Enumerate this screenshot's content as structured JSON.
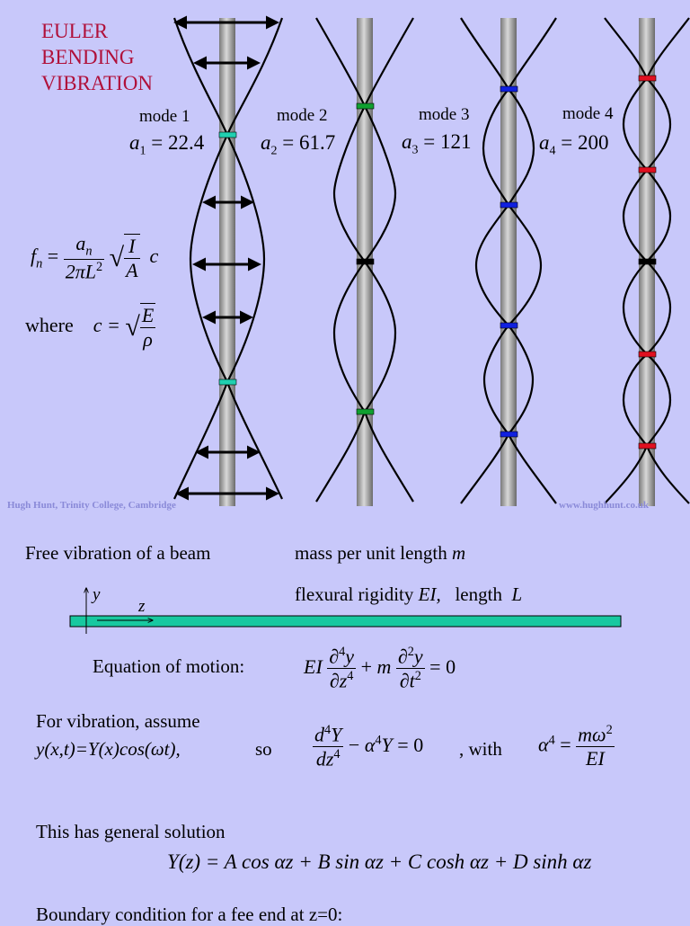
{
  "title": {
    "line1": "EULER",
    "line2": "BENDING",
    "line3": "VIBRATION"
  },
  "modes": [
    {
      "label": "mode 1",
      "sym": "a",
      "idx": "1",
      "value": "= 22.4"
    },
    {
      "label": "mode 2",
      "sym": "a",
      "idx": "2",
      "value": "= 61.7"
    },
    {
      "label": "mode 3",
      "sym": "a",
      "idx": "3",
      "value": "= 121"
    },
    {
      "label": "mode 4",
      "sym": "a",
      "idx": "4",
      "value": "= 200"
    }
  ],
  "formula": {
    "f": "f",
    "n": "n",
    "eq": "=",
    "num_a": "a",
    "num_n": "n",
    "den": "2πL",
    "den_exp": "2",
    "root_I": "I",
    "root_A": "A",
    "c": "c"
  },
  "where": {
    "label": "where",
    "c": "c =",
    "E": "E",
    "rho": "ρ"
  },
  "credits": {
    "left": "Hugh Hunt, Trinity College, Cambridge",
    "right": "www.hughhunt.co.uk"
  },
  "colors": {
    "bg": "#c8c8fa",
    "title": "#b0103a",
    "beam": "#18c8a0",
    "node_mode1": "#20d0b0",
    "node_mode2": "#10a030",
    "node_mode3": "#1020e0",
    "node_mode4": "#e01020"
  },
  "lower": {
    "free_vibration": "Free vibration of a beam",
    "mass_label": "mass per unit length",
    "mass_sym": "m",
    "rigidity_label": "flexural rigidity",
    "rigidity_sym": "EI,",
    "length_label": "length",
    "length_sym": "L",
    "axis_y": "y",
    "axis_z": "z",
    "eom_label": "Equation of motion:",
    "assume_line1": "For vibration, assume",
    "assume_line2": "y(x,t)=Y(x)cos(ωt),",
    "so": "so",
    "with": ", with",
    "general": "This has general solution",
    "solution": "Y(z) = A cos αz + B sin αz + C cosh αz + D sinh αz",
    "boundary": "Boundary condition for a fee end at z=0:"
  }
}
